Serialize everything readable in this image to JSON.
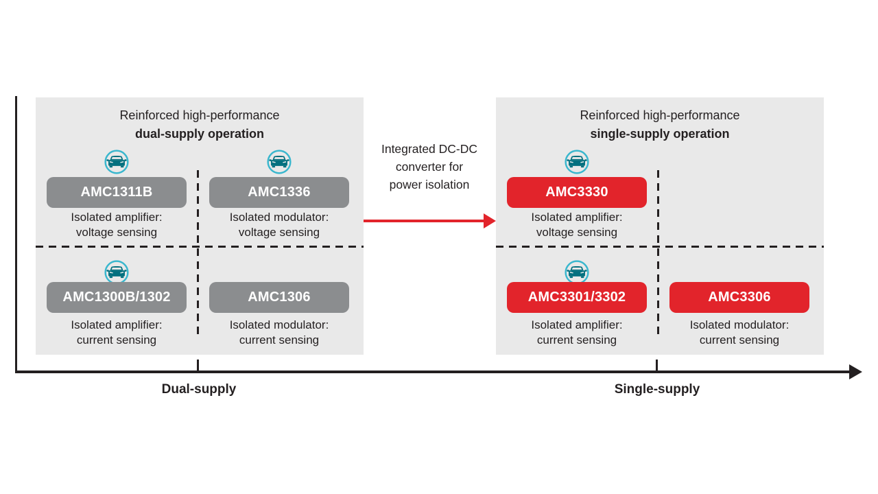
{
  "colors": {
    "panel_bg": "#e9e9e9",
    "chip_gray": "#8b8d8f",
    "chip_red": "#e2242b",
    "arrow_red": "#e2242b",
    "icon_ring_cyan": "#3ab7ce",
    "icon_car_teal": "#04707f",
    "text": "#231f20"
  },
  "left_panel": {
    "title_line1": "Reinforced high-performance",
    "title_line2": "dual-supply operation",
    "quadrants": {
      "top_left": {
        "chip": "AMC1311B",
        "desc_line1": "Isolated amplifier:",
        "desc_line2": "voltage sensing"
      },
      "top_right": {
        "chip": "AMC1336",
        "desc_line1": "Isolated modulator:",
        "desc_line2": "voltage sensing"
      },
      "bottom_left": {
        "chip": "AMC1300B/1302",
        "desc_line1": "Isolated amplifier:",
        "desc_line2": "current sensing"
      },
      "bottom_right": {
        "chip": "AMC1306",
        "desc_line1": "Isolated modulator:",
        "desc_line2": "current sensing"
      }
    }
  },
  "right_panel": {
    "title_line1": "Reinforced high-performance",
    "title_line2": "single-supply operation",
    "quadrants": {
      "top_left": {
        "chip": "AMC3330",
        "desc_line1": "Isolated amplifier:",
        "desc_line2": "voltage sensing"
      },
      "bottom_left": {
        "chip": "AMC3301/3302",
        "desc_line1": "Isolated amplifier:",
        "desc_line2": "current sensing"
      },
      "bottom_right": {
        "chip": "AMC3306",
        "desc_line1": "Isolated modulator:",
        "desc_line2": "current sensing"
      }
    }
  },
  "connector": {
    "label_line1": "Integrated DC-DC",
    "label_line2": "converter for",
    "label_line3": "power isolation"
  },
  "axis": {
    "left_label": "Dual-supply",
    "right_label": "Single-supply"
  }
}
